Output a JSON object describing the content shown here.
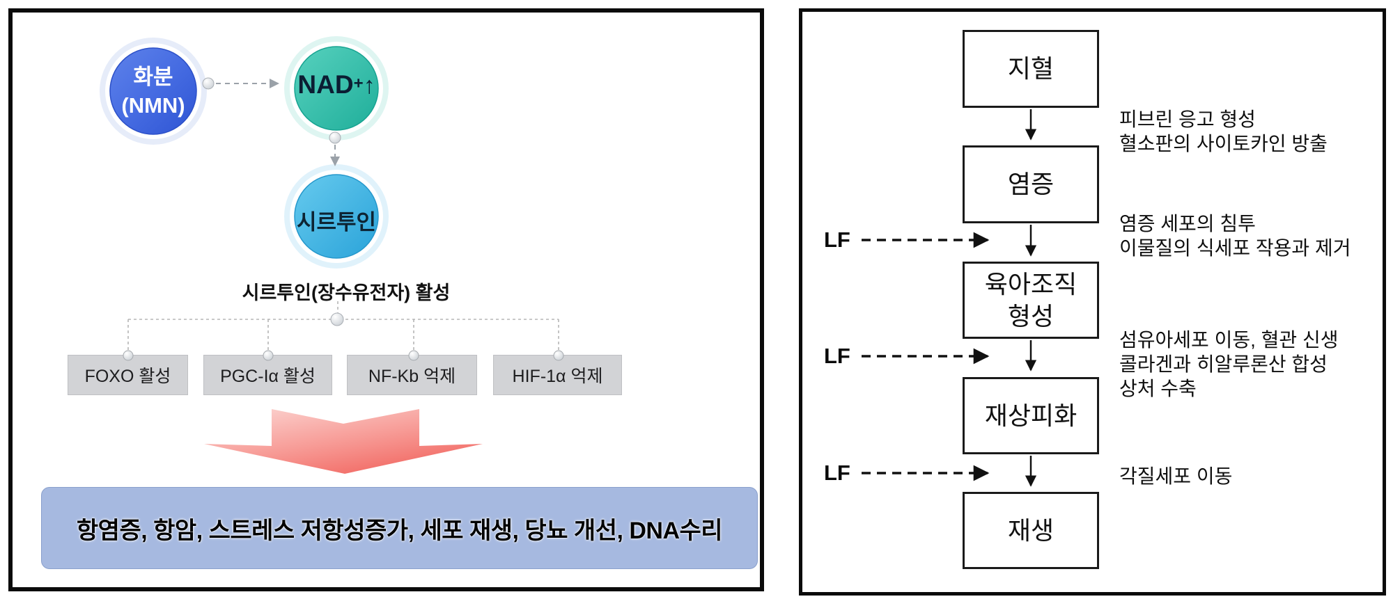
{
  "left_panel": {
    "nodes": {
      "pollen": {
        "line1": "화분",
        "line2": "(NMN)",
        "color": "#3a63dc"
      },
      "nad": {
        "base": "NAD",
        "sup": "+",
        "arrow": "↑",
        "color": "#2bbfab"
      },
      "sirtuin": {
        "label": "시르투인",
        "color": "#3ab4e4"
      }
    },
    "activation_label": "시르투인(장수유전자) 활성",
    "effect_boxes": [
      "FOXO 활성",
      "PGC-Iα 활성",
      "NF-Kb 억제",
      "HIF-1α 억제"
    ],
    "effect_box_color": "#d2d3d6",
    "result_text": "항염증, 항암, 스트레스 저항성증가, 세포 재생, 당뇨 개선, DNA수리",
    "result_box_color": "#a6b9e0",
    "big_arrow_colors": {
      "light": "#fcd9d6",
      "dark": "#f1655f"
    }
  },
  "right_panel": {
    "stages": [
      "지혈",
      "염증",
      "육아조직\n형성",
      "재상피화",
      "재생"
    ],
    "lf_label": "LF",
    "annotations": [
      "피브린 응고 형성\n혈소판의 사이토카인 방출",
      "염증 세포의 침투\n이물질의 식세포 작용과 제거",
      "섬유아세포 이동, 혈관 신생\n콜라겐과 히알루론산 합성\n상처 수축",
      "각질세포 이동"
    ]
  }
}
